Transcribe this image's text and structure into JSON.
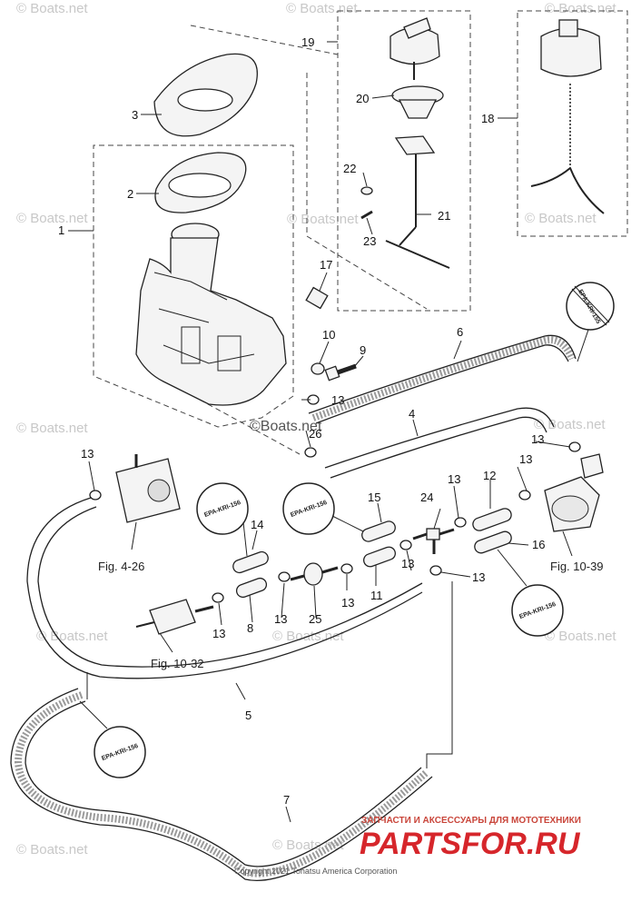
{
  "watermark": "© Boats.net",
  "watermark_center": "©Boats.net",
  "epa_label": "EPA-KRI-156",
  "epa_label_alt": "EPA-KRI-155",
  "callouts": {
    "c1": "1",
    "c2": "2",
    "c3": "3",
    "c4": "4",
    "c5": "5",
    "c6": "6",
    "c7": "7",
    "c8": "8",
    "c9": "9",
    "c10": "10",
    "c11": "11",
    "c12": "12",
    "c13": "13",
    "c14": "14",
    "c15": "15",
    "c16": "16",
    "c17": "17",
    "c18": "18",
    "c19": "19",
    "c20": "20",
    "c21": "21",
    "c22": "22",
    "c23": "23",
    "c24": "24",
    "c25": "25",
    "c26": "26"
  },
  "figure_refs": {
    "fig_4_26": "Fig. 4-26",
    "fig_10_32": "Fig. 10-32",
    "fig_10_39": "Fig. 10-39"
  },
  "footer": {
    "copyright": "Copyright 2021 Tohatsu America Corporation",
    "dealer_tagline": "ЗАПЧАСТИ И АКСЕССУАРЫ ДЛЯ МОТОТЕХНИКИ",
    "dealer_logo": "PARTSFOR.RU"
  },
  "colors": {
    "line": "#222222",
    "watermark": "#c8c8c8",
    "dealer_red": "#d6262b"
  }
}
